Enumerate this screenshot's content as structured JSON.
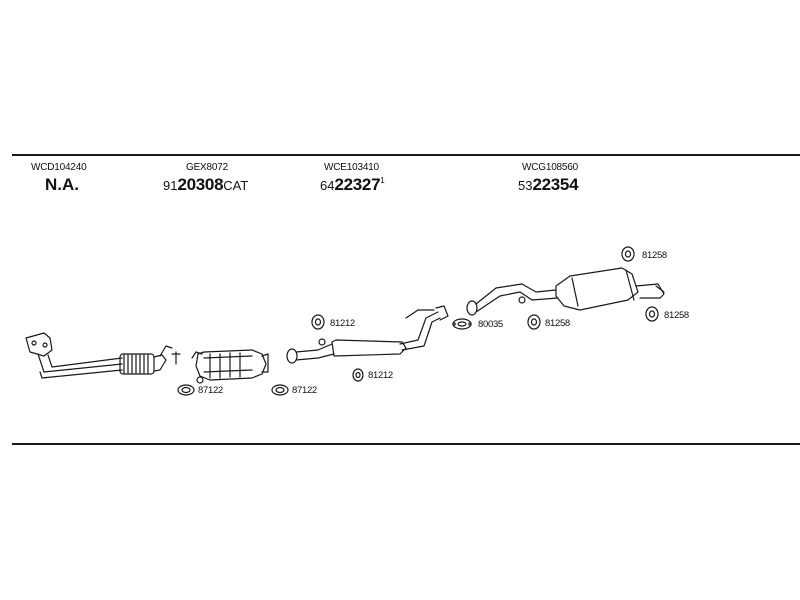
{
  "groups": [
    {
      "code": "WCD104240",
      "part": {
        "prefix": "",
        "main": "N.A.",
        "suffix": "",
        "sup": ""
      }
    },
    {
      "code": "GEX8072",
      "part": {
        "prefix": "91",
        "main": "20308",
        "suffix": "CAT",
        "sup": ""
      }
    },
    {
      "code": "WCE103410",
      "part": {
        "prefix": "64",
        "main": "22327",
        "suffix": "",
        "sup": "1"
      }
    },
    {
      "code": "WCG108560",
      "part": {
        "prefix": "53",
        "main": "22354",
        "suffix": "",
        "sup": ""
      }
    }
  ],
  "callouts": {
    "gasket_1": "87122",
    "gasket_2": "87122",
    "mount_upper": "81212",
    "mount_lower": "81212",
    "gasket_rear": "80035",
    "mount_rear_1": "81258",
    "mount_rear_2": "81258",
    "mount_rear_top": "81258"
  }
}
